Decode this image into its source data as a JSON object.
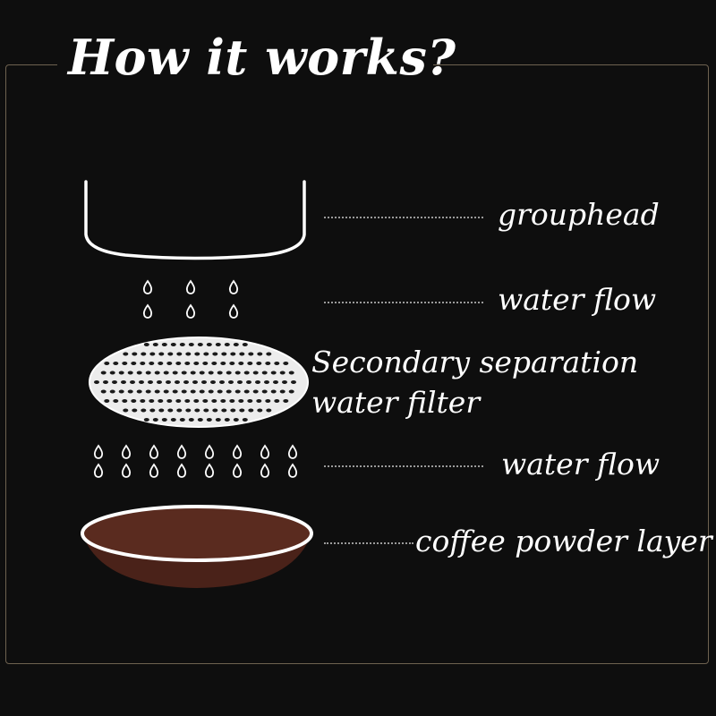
{
  "title": "How it works?",
  "labels": {
    "grouphead": "grouphead",
    "water_flow_1": "water flow",
    "filter_line1": "Secondary separation",
    "filter_line2": "water filter",
    "water_flow_2": "water flow",
    "coffee_layer": "coffee powder layer"
  },
  "colors": {
    "background": "#0e0e0e",
    "frame": "#6e6250",
    "coffee": "#4a2219",
    "line": "#ffffff"
  }
}
